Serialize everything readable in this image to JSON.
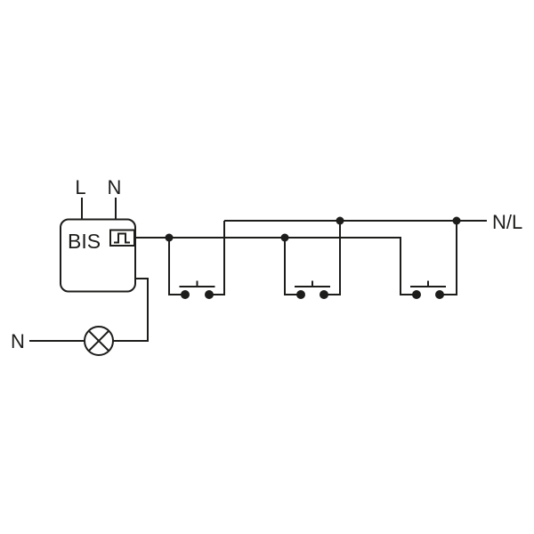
{
  "diagram": {
    "colors": {
      "line": "#1d1d1b",
      "background": "#ffffff"
    },
    "device": {
      "label": "BIS",
      "icon": "pulse-icon",
      "terminal_left": "L",
      "terminal_right": "N"
    },
    "bus_label": "N/L",
    "neutral_label": "N",
    "lamp": {
      "icon": "lamp-icon"
    },
    "push_buttons": {
      "count": 3,
      "icon": "push-button-icon"
    }
  }
}
